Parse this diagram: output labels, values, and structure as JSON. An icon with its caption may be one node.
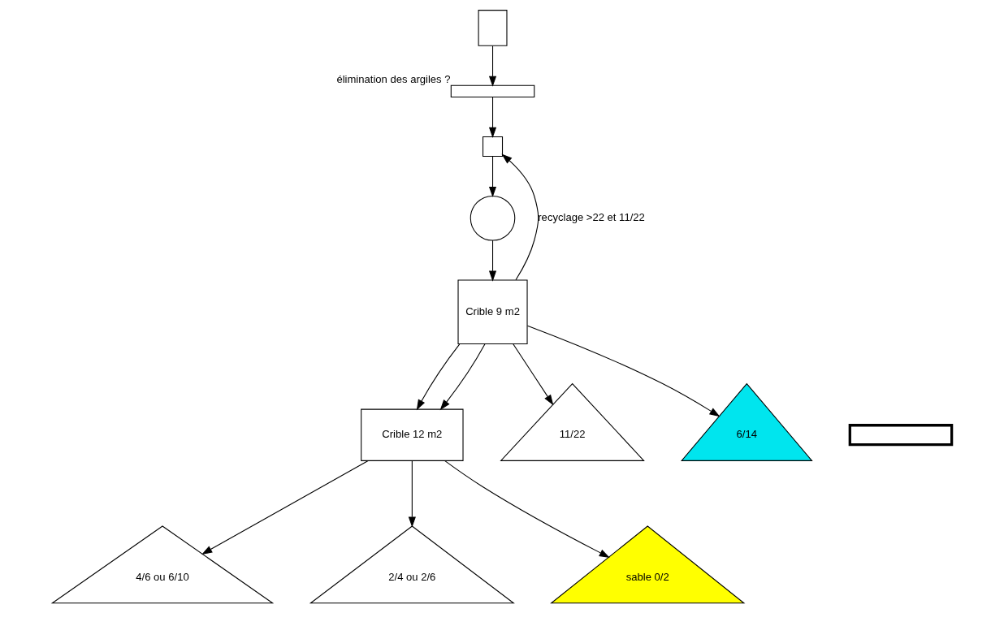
{
  "diagram": {
    "nodes": [
      {
        "text": [],
        "shape": "box"
      },
      {
        "text": [],
        "shape": "bar",
        "beside": [
          "élimination des argiles ?"
        ]
      },
      {
        "text": [],
        "shape": "box"
      },
      {
        "text": [],
        "shape": "circle"
      },
      {
        "text": [
          "Crible 9 m2"
        ]
      },
      {
        "text": [],
        "shape": "box"
      },
      {
        "text": [
          "Crible 12 m2"
        ]
      },
      {
        "text": [
          "11/22"
        ]
      },
      {
        "text": [
          "6/14"
        ]
      },
      {
        "text": [
          "4/6 ou 6/10"
        ]
      },
      {
        "text": [
          "2/4 ou 2/6"
        ]
      },
      {
        "text": [
          "sable 0/2"
        ]
      }
    ],
    "edges": [
      {
        "from": 0,
        "to": 1,
        "arrow": "to"
      },
      {
        "from": 1,
        "to": 2,
        "arrow": "to"
      },
      {
        "from": 2,
        "to": 3,
        "arrow": "to"
      },
      {
        "from": 3,
        "to": 4,
        "arrow": "to"
      },
      {
        "from": 4,
        "to": 2,
        "arrow": "to",
        "label": "recyclage >22 et 11/22"
      },
      {
        "from": 4,
        "to": 7,
        "arrow": "to"
      },
      {
        "from": 4,
        "to": 8,
        "arrow": "to"
      },
      {
        "from": 4,
        "to": 6,
        "arrow": "to"
      },
      {
        "from": 4,
        "to": 6,
        "arrow": "to"
      },
      {
        "from": 6,
        "to": 9,
        "arrow": "to"
      },
      {
        "from": 6,
        "to": 10,
        "arrow": "to"
      },
      {
        "from": 6,
        "to": 11,
        "arrow": "to"
      }
    ]
  }
}
